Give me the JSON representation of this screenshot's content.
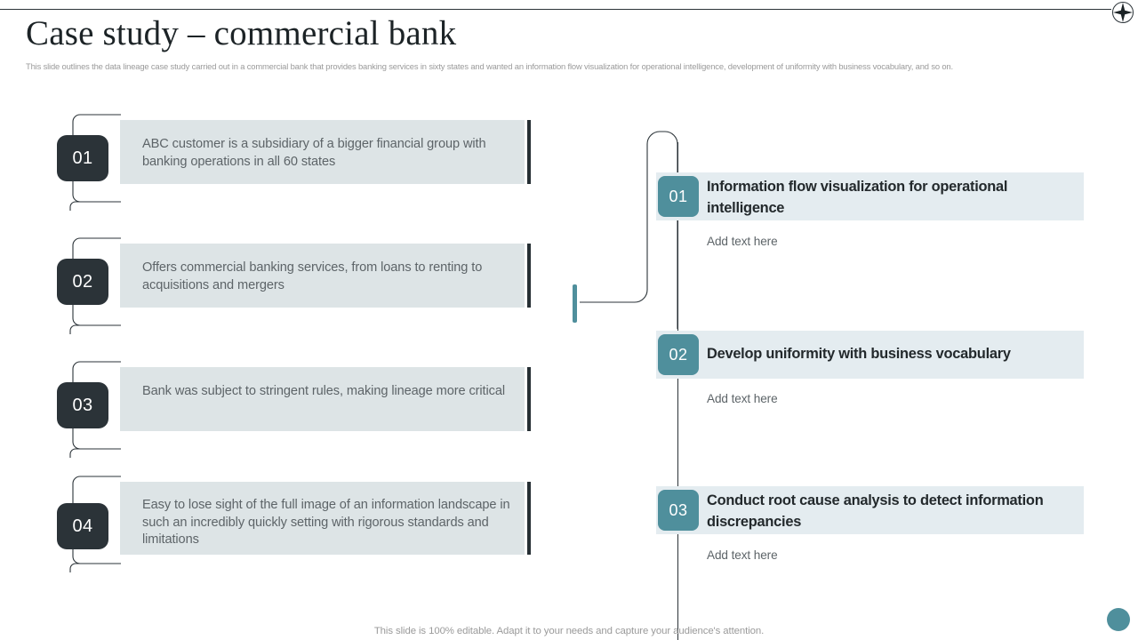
{
  "slide": {
    "title": "Case study – commercial bank",
    "subtitle": "This slide outlines the data lineage case study carried out in a commercial bank that provides banking services in sixty states and wanted an information flow visualization for operational intelligence, development of uniformity with business vocabulary, and so on.",
    "footer": "This slide is 100% editable. Adapt it to your needs and capture your audience's attention.",
    "colors": {
      "dark": "#2b3338",
      "teal": "#4f8f9c",
      "left_box": "#dde4e6",
      "right_box": "#e4ecf0",
      "body_text": "#5d6468",
      "muted_text": "#9a9a9a"
    }
  },
  "left_column": {
    "items": [
      {
        "number": "01",
        "text": "ABC customer is a subsidiary of a bigger financial group with banking operations in all 60 states"
      },
      {
        "number": "02",
        "text": "Offers commercial banking services, from loans to renting to acquisitions and mergers"
      },
      {
        "number": "03",
        "text": "Bank was subject to stringent rules, making lineage more critical"
      },
      {
        "number": "04",
        "text": "Easy to lose sight of the full image of an information landscape in such an incredibly quickly setting with rigorous standards and limitations"
      }
    ]
  },
  "right_column": {
    "items": [
      {
        "number": "01",
        "title": "Information flow visualization for operational intelligence",
        "subtext": "Add text here"
      },
      {
        "number": "02",
        "title": "Develop uniformity with business vocabulary",
        "subtext": "Add text here"
      },
      {
        "number": "03",
        "title": "Conduct root cause analysis to detect information discrepancies",
        "subtext": "Add text here"
      }
    ]
  }
}
